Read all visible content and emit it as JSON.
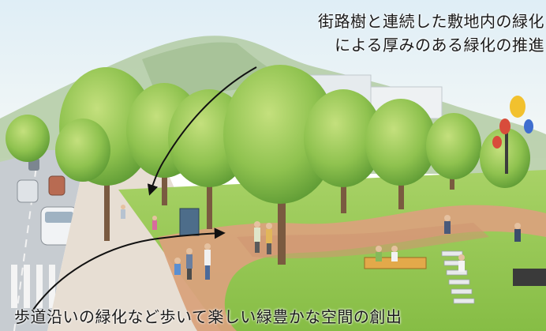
{
  "captions": {
    "top_line1": "街路樹と連続した敷地内の緑化",
    "top_line2": "による厚みのある緑化の推進",
    "bottom": "歩道沿いの緑化など歩いて楽しい緑豊かな空間の創出"
  },
  "colors": {
    "sky": "#e8f2f7",
    "mountain": "#a9c39a",
    "tree_canopy": "#8fc24f",
    "lawn": "#9acb57",
    "path": "#d9a27c",
    "road": "#c9cdd1",
    "annotation_line": "#111111"
  }
}
